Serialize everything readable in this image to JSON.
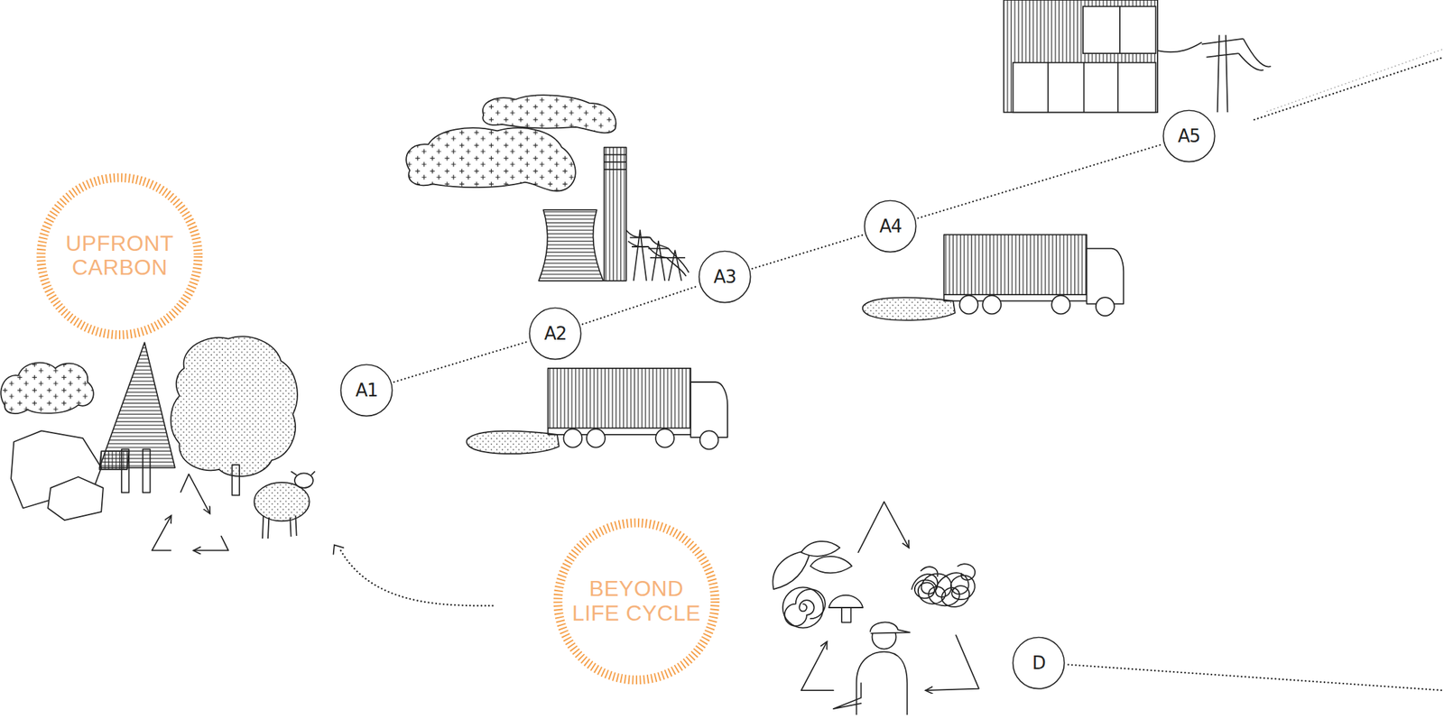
{
  "diagram": {
    "nodes": [
      {
        "text": [
          "UPFRONT CARBON"
        ]
      },
      {
        "text": [
          "A1"
        ]
      },
      {
        "text": [
          "A2"
        ]
      },
      {
        "text": [
          "A3"
        ]
      },
      {
        "text": [
          "A4"
        ]
      },
      {
        "text": [
          "A5"
        ]
      },
      {
        "text": [
          "BEYOND LIFE CYCLE"
        ]
      },
      {
        "text": [
          "D"
        ]
      }
    ],
    "edges": [
      {
        "from": 1,
        "to": 2,
        "arrow": "none"
      },
      {
        "from": 2,
        "to": 3,
        "arrow": "none"
      },
      {
        "from": 3,
        "to": 4,
        "arrow": "none"
      },
      {
        "from": 4,
        "to": 5,
        "arrow": "none"
      }
    ]
  }
}
